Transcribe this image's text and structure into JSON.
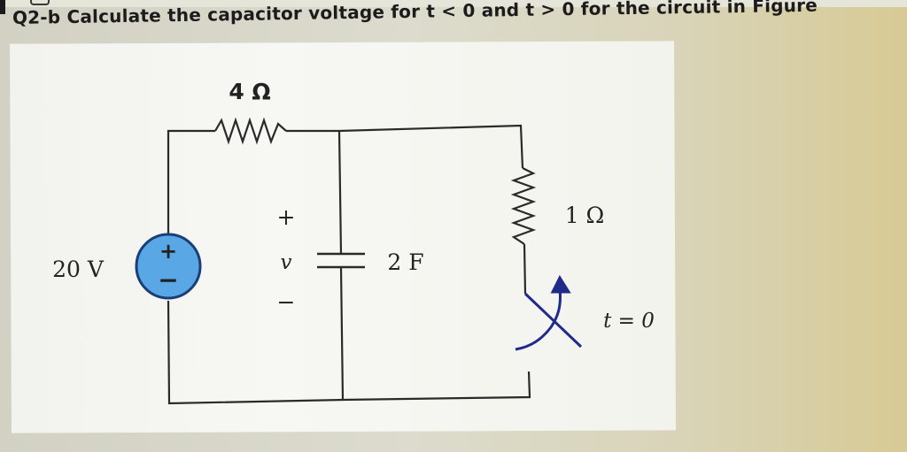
{
  "question": {
    "text": "Q2-b Calculate the capacitor voltage for t < 0 and t > 0 for the circuit in Figure"
  },
  "circuit": {
    "resistor_top_label": "4 Ω",
    "resistor_right_label": "1 Ω",
    "source_label": "20 V",
    "source_plus": "+",
    "source_minus": "−",
    "capacitor_label": "2 F",
    "capacitor_voltage": "v",
    "voltage_plus": "+",
    "voltage_minus": "−",
    "switch_label": "t = 0"
  },
  "colors": {
    "wire": "#2a2a2a",
    "source_fill": "#5aa7e6",
    "source_stroke": "#1a3f78",
    "switch": "#1f2a8a"
  }
}
